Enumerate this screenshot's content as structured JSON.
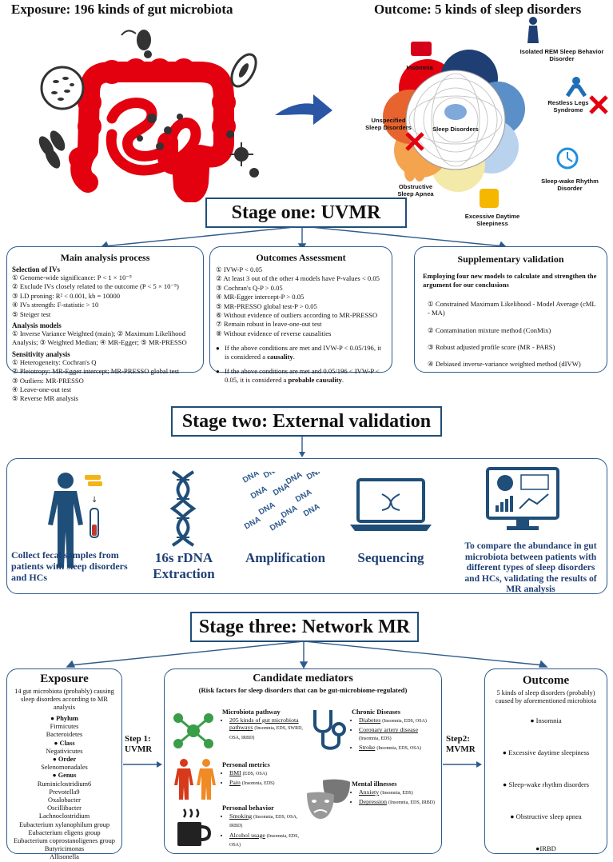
{
  "header": {
    "exposure_title": "Exposure: 196 kinds of gut microbiota",
    "outcome_title": "Outcome: 5 kinds of sleep disorders"
  },
  "sleep_disorders": {
    "center": "Sleep Disorders",
    "insomnia": "Insomnia",
    "rbd": "Isolated REM Sleep Behavior Disorder",
    "rls": "Restless Legs Syndrome",
    "swrd": "Sleep-wake Rhythm Disorder",
    "eds": "Excessive Daytime Sleepiness",
    "osa": "Obstructive Sleep Apnea",
    "unspecified": "Unspecified Sleep Disorders"
  },
  "stage1": {
    "title": "Stage one: UVMR",
    "main": {
      "title": "Main analysis process",
      "ivs_heading": "Selection of IVs",
      "ivs": [
        "① Genome-wide significance: P < 1 × 10⁻⁵",
        "② Exclude IVs closely related to the outcome (P < 5 × 10⁻⁵)",
        "③ LD proning: R² < 0.001, kb = 10000",
        "④ IVs strength: F-statistic > 10",
        "⑤ Steiger test"
      ],
      "models_heading": "Analysis models",
      "models": "① Inverse Variance Weighted (main); ② Maximum Likelihood Analysis; ③ Weighted Median; ④ MR-Egger; ⑤ MR-PRESSO",
      "sens_heading": "Sensitivity analysis",
      "sens": [
        "① Heterogeneity: Cochran's Q",
        "② Pleiotropy: MR-Egger intercept; MR-PRESSO global test",
        "③ Outliers: MR-PRESSO",
        "④ Leave-one-out test",
        "⑤ Reverse  MR analysis"
      ]
    },
    "outcomes": {
      "title": "Outcomes Assessment",
      "items": [
        "① IVW-P < 0.05",
        "② At least 3 out of the other 4 models have P-values < 0.05",
        "③ Cochran's Q-P > 0.05",
        "④ MR-Egger intercept-P > 0.05",
        "⑤ MR-PRESSO global test-P > 0.05",
        "⑥ Without evidence of outliers according to MR-PRESSO",
        "⑦ Remain robust in leave-one-out test",
        "⑧ Without evidence of reverse causalities"
      ],
      "bullet1_pre": "If the above conditions are met and IVW-P < 0.05/196, it is considered a ",
      "bullet1_em": "causality",
      "bullet2_pre": "If the above conditions are met and 0.05/196 < IVW-P < 0.05, it is considered a ",
      "bullet2_em": "probable causality"
    },
    "supp": {
      "title": "Supplementary validation",
      "intro": "Employing four new models to calculate and strengthen the argument for our conclusions",
      "items": [
        "① Constrained Maximum Likelihood - Model Average (cML - MA)",
        "② Contamination mixture method (ConMix)",
        "③ Robust adjusted profile score (MR - PARS)",
        "④ Debiased inverse-variance weighted method (dIVW)"
      ]
    }
  },
  "stage2": {
    "title": "Stage two:  External validation",
    "collect": "Collect fecal samples from patients with sleep disorders and HCs",
    "extraction": "16s rDNA Extraction",
    "amplification": "Amplification",
    "sequencing": "Sequencing",
    "compare": "To compare the abundance in gut microbiota between patients with different types of sleep disorders and HCs, validating the results of MR analysis",
    "dna_text": "DNA"
  },
  "stage3": {
    "title": "Stage three: Network MR",
    "step1": "Step 1: UVMR",
    "step2": "Step2: MVMR",
    "exposure": {
      "title": "Exposure",
      "desc": "14 gut microbiota (probably) causing sleep disorders according to MR analysis",
      "phylum_label": "Phylum",
      "phylum": [
        "Firmicutes",
        "Bacteroidetes"
      ],
      "class_label": "Class",
      "class": [
        "Negativicutes"
      ],
      "order_label": "Order",
      "order": [
        "Selenomonadales"
      ],
      "genus_label": "Genus",
      "genus": [
        "Ruminiclostridium6",
        "Prevotella9",
        "Oxalobacter",
        "Oscillibacter",
        "Lachnoclostridium",
        "Eubacterium xylanophilum group",
        "Eubacterium eligens group",
        "Eubacterium coprostanoligenes group",
        "Butyricimonas",
        "Allisonella"
      ]
    },
    "mediators": {
      "title": "Candidate mediators",
      "subtitle": "(Risk factors for sleep disorders that can be gut-microbiome-regulated)",
      "microbiota_title": "Microbiota pathway",
      "microbiota_main": "205 kinds of gut microbiota pathways",
      "microbiota_note": "(Insomnia, EDS, SWRD, OSA, IRBD)",
      "metrics_title": "Personal metrics",
      "bmi": "BMI",
      "bmi_note": "(EDS, OSA)",
      "pain": "Pain",
      "pain_note": "(Insomnia, EDS)",
      "behavior_title": "Personal behavior",
      "smoking": "Smoking",
      "smoking_note": "(Insomnia, EDS, OSA, IRBD)",
      "alcohol": "Alcohol usage",
      "alcohol_note": "(Insomnia, EDS, OSA)",
      "chronic_title": "Chronic Diseases",
      "diabetes": "Diabetes",
      "diabetes_note": "(Insomnia, EDS, OSA)",
      "cad": "Coronary artery disease",
      "cad_note": "(Insomnia, EDS)",
      "stroke": "Stroke",
      "stroke_note": "(Insomnia, EDS, OSA)",
      "mental_title": "Mental illnesses",
      "anxiety": "Anxiety",
      "anxiety_note": "(Insomnia, EDS)",
      "depression": "Depression",
      "depression_note": "(Insomnia, EDS, IRBD)"
    },
    "outcome": {
      "title": "Outcome",
      "desc": "5 kinds of sleep disorders (probably) caused by aforementioned microbiota",
      "items": [
        "Insomnia",
        "Excessive daytime sleepiness",
        "Sleep-wake rhythm disorders",
        "Obstructive sleep apnea",
        "IRBD"
      ]
    }
  },
  "colors": {
    "frame_blue": "#2e5b8c",
    "intestine_red": "#e3000f",
    "text_blue": "#1f3f74",
    "figure_blue": "#1f4e79"
  }
}
